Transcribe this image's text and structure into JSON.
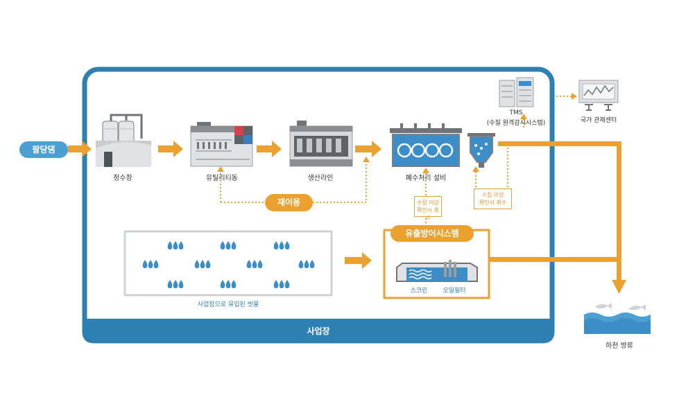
{
  "source": {
    "label": "팔당댐"
  },
  "stages": {
    "water_plant": "정수장",
    "utility": "유틸리티동",
    "production": "생산라인",
    "wastewater": "폐수처리 설비"
  },
  "reuse": {
    "label": "재이용"
  },
  "tms": {
    "line1": "TMS",
    "line2": "(수질 원격감시시스템)"
  },
  "control_center": {
    "label": "국가 관제센터"
  },
  "notes": {
    "left": {
      "line1": "수질 이상",
      "line2": "확인시 회수"
    },
    "right": {
      "line1": "수질 이상",
      "line2": "확인시 회수"
    }
  },
  "leak_system": {
    "title": "유출방어시스템",
    "screen": "스크린",
    "oil_filter": "오일필터"
  },
  "rainwater": {
    "label": "사업장으로 유입된 빗물"
  },
  "site": {
    "label": "사업장"
  },
  "river": {
    "label": "하천 방류"
  },
  "colors": {
    "site_blue": "#2e7fb2",
    "flow_orange": "#eba12f",
    "equipment_gray": "#6f7377",
    "water_blue": "#4c9fd1"
  }
}
